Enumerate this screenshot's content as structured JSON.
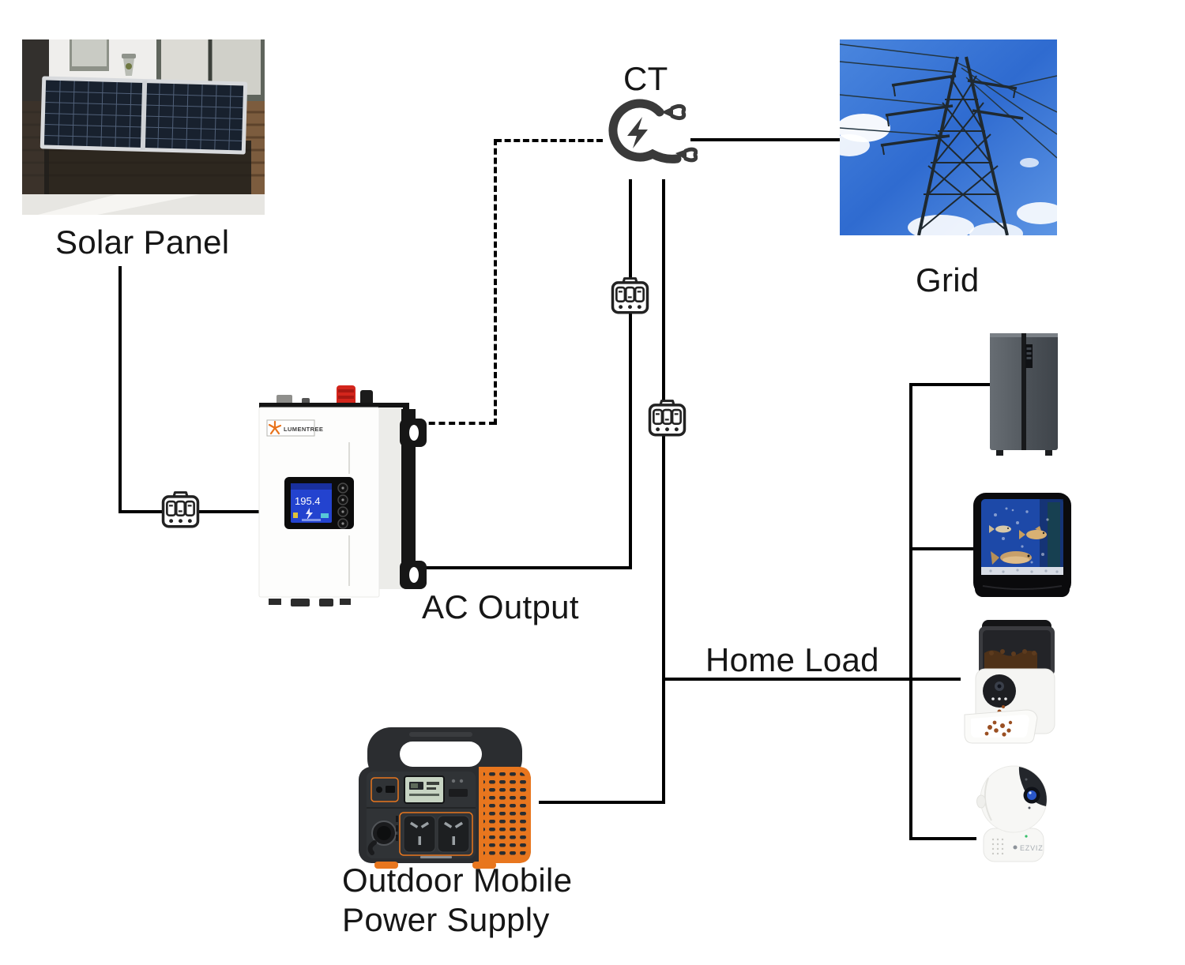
{
  "labels": {
    "solar_panel": "Solar Panel",
    "ct": "CT",
    "grid": "Grid",
    "ac_output": "AC Output",
    "home_load": "Home Load",
    "power_supply_line1": "Outdoor Mobile",
    "power_supply_line2": "Power Supply"
  },
  "device_text": {
    "inverter_brand": "LUMENTREE",
    "inverter_display_value": "195.4",
    "camera_brand": "EZVIZ"
  },
  "icons": {
    "ct_icon": "current-transformer-clamp-icon",
    "connector_icon": "3-pin-plug-connector-icon",
    "connector_count": 3
  },
  "images": {
    "solar_panel": "balcony-solar-panel-photo",
    "grid": "power-grid-tower-photo",
    "inverter": "lumentree-micro-inverter-photo",
    "power_supply": "portable-power-station-photo",
    "fridge": "refrigerator-photo",
    "aquarium": "fish-tank-photo",
    "pet_feeder": "automatic-pet-feeder-photo",
    "camera": "security-camera-photo"
  },
  "connections": [
    {
      "from": "solar_panel",
      "to": "inverter",
      "style": "solid",
      "via": "3-pin-connector"
    },
    {
      "from": "inverter",
      "to": "ct",
      "style": "dashed"
    },
    {
      "from": "ct",
      "to": "grid",
      "style": "solid"
    },
    {
      "from": "ct",
      "to": "inverter",
      "style": "solid",
      "label": "AC Output",
      "via": "3-pin-connector"
    },
    {
      "from": "ct",
      "to": "home_load_bus",
      "style": "solid",
      "via": "3-pin-connector"
    },
    {
      "from": "power_supply",
      "to": "home_load_bus",
      "style": "solid",
      "label": "Home Load"
    },
    {
      "from": "home_load_bus",
      "to": "fridge",
      "style": "solid"
    },
    {
      "from": "home_load_bus",
      "to": "aquarium",
      "style": "solid"
    },
    {
      "from": "home_load_bus",
      "to": "pet_feeder",
      "style": "solid"
    },
    {
      "from": "home_load_bus",
      "to": "camera",
      "style": "solid"
    }
  ],
  "colors": {
    "wire": "#000000",
    "ct_icon": "#3a3a3a",
    "accent_orange": "#e8761e",
    "logo_orange": "#e8731d",
    "screen_blue": "#2343cf",
    "sky_blue": "#3877d8",
    "water_blue": "#1d49a8"
  }
}
